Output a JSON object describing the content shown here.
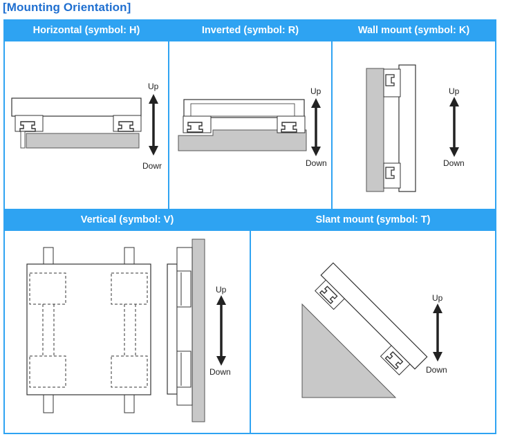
{
  "title": "[Mounting Orientation]",
  "orientations": [
    {
      "label": "Horizontal (symbol: H)",
      "up": "Up",
      "down": "Dowr"
    },
    {
      "label": "Inverted (symbol: R)",
      "up": "Up",
      "down": "Down"
    },
    {
      "label": "Wall mount (symbol: K)",
      "up": "Up",
      "down": "Down"
    },
    {
      "label": "Vertical (symbol: V)",
      "up": "Up",
      "down": "Down"
    },
    {
      "label": "Slant mount (symbol: T)",
      "up": "Up",
      "down": "Down"
    }
  ],
  "colors": {
    "accent": "#2ea3f2",
    "title": "#1f6fd0",
    "base_gray": "#c8c8c8"
  }
}
